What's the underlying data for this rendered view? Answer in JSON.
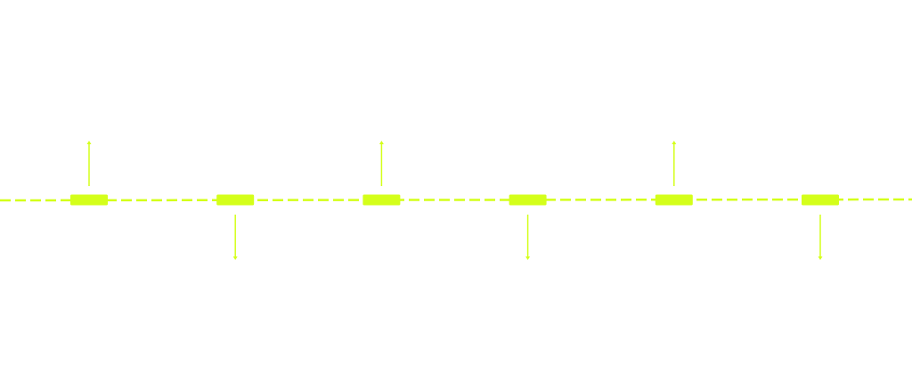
{
  "timeline": {
    "accent_color": "#d4ff1a",
    "line_style": "dashed",
    "nodes": [
      {
        "shape": "rectangle-marker",
        "arrow": "up"
      },
      {
        "shape": "rectangle-marker",
        "arrow": "down"
      },
      {
        "shape": "rectangle-marker",
        "arrow": "up"
      },
      {
        "shape": "rectangle-marker",
        "arrow": "down"
      },
      {
        "shape": "rectangle-marker",
        "arrow": "up"
      },
      {
        "shape": "rectangle-marker",
        "arrow": "down"
      }
    ]
  }
}
